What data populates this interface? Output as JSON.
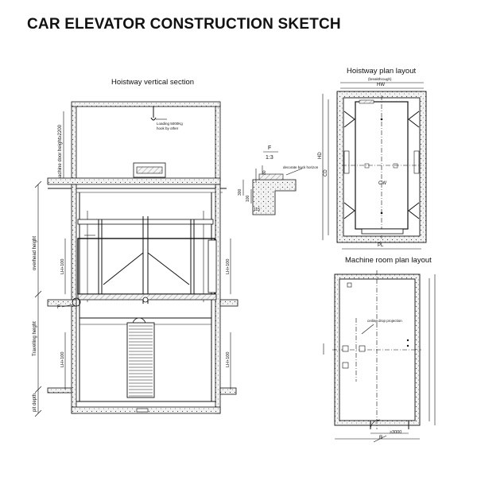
{
  "title": "CAR ELEVATOR CONSTRUCTION SKETCH",
  "section": {
    "title": "Hoistway vertical section",
    "labels": {
      "machine_door_height": "machine door height≥2200",
      "loading": "Loading 5000Kg",
      "hook": "hook by other",
      "overhead_height": "overhead height",
      "travelling_height": "Travelling height",
      "pit_depth": "pit depth",
      "lh_left_top": "LH+100",
      "lh_right_top": "LH+100",
      "lh_left_bottom": "LH+100",
      "lh_right_bottom": "LH+100",
      "f_mark": "F"
    }
  },
  "detail": {
    "label": "F",
    "scale": "1:3",
    "dims": {
      "d30": "30",
      "d300": "300",
      "d100": "100",
      "d115": "115"
    },
    "note": "decorate back horizon"
  },
  "plan": {
    "title": "Hoistway plan layout",
    "subtitle": "(breakthrough)",
    "hw": "HW",
    "hd": "HD",
    "cd": "CD",
    "cw": "CW",
    "pl": "PL"
  },
  "machine": {
    "title": "Machine room plan layout",
    "note": "ceiling drop projection",
    "r": "R",
    "min_width": "≥3000"
  }
}
